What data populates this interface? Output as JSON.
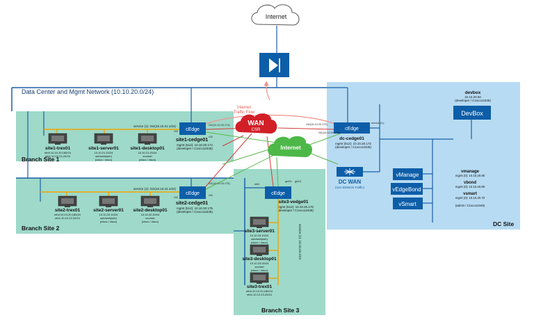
{
  "internet": {
    "label": "Internet"
  },
  "network": {
    "dc_mgmt_label": "Data Center and Mgmt Network (10.10.20.0/24)"
  },
  "traffic": {
    "line1": "Internet",
    "line2": "Traffic Flow"
  },
  "wan_csr": {
    "line1": "WAN",
    "line2": "CSR"
  },
  "internet_cloud2": {
    "label": "Internet"
  },
  "dcwan": {
    "label": "DC WAN",
    "sub": "(non-SDWAN Traffic)"
  },
  "sites": {
    "site1": {
      "label": "Branch Site 1",
      "service_note": "service (1): Gi4(10.10.21.1/24)"
    },
    "site2": {
      "label": "Branch Site 2",
      "service_note": "service (1): Gi4(10.10.22.1/24)"
    },
    "site3": {
      "label": "Branch Site 3"
    },
    "dc": {
      "label": "DC Site"
    }
  },
  "edges": {
    "site1": {
      "badge": "cEdge",
      "name": "site1-cedge01",
      "line1": "mgmt (512): 10.10.20.174",
      "line2": "(developer / C1sco12345)"
    },
    "site2": {
      "badge": "cEdge",
      "name": "site2-cedge01",
      "line1": "mgmt (512): 10.10.20.175",
      "line2": "(developer / C1sco12345)"
    },
    "site3": {
      "badge": "cEdge",
      "name": "site3-vedge01",
      "line1": "mgmt (512): 10.10.20.176",
      "line2": "(developer / C1sco12345)"
    },
    "dc": {
      "badge": "cEdge",
      "name": "dc-cedge01",
      "line1": "mgmt (512): 10.10.20.172",
      "line2": "(developer / C1sco12345)"
    }
  },
  "hosts": {
    "site1_trex": {
      "name": "site1-trex01",
      "l1": "eth0:10.10.20.180/24",
      "l2": "eth1:10.10.21.20/24"
    },
    "site1_server": {
      "name": "site1-server01",
      "l1": "10.10.21.10/24",
      "l2": "ssh/web(ssh)",
      "l3": "(cisco / cisco)"
    },
    "site1_desktop": {
      "name": "site1-desktop01",
      "l1": "10.10.21.20/24",
      "l2": "vnc/ssh",
      "l3": "(cisco / cisco)"
    },
    "site2_trex": {
      "name": "site2-trex01",
      "l1": "eth0:10.10.20.180/24",
      "l2": "eth1:10.10.22.20/24"
    },
    "site2_server": {
      "name": "site2-server01",
      "l1": "10.10.22.10/24",
      "l2": "ssh/web(ssh)",
      "l3": "(cisco / cisco)"
    },
    "site2_desktop": {
      "name": "site2-desktop01",
      "l1": "10.10.22.20/24",
      "l2": "vnc/ssh",
      "l3": "(cisco / cisco)"
    },
    "site3_server": {
      "name": "site3-server01",
      "l1": "10.10.23.10/24",
      "l2": "ssh/web(ssh)",
      "l3": "(cisco / cisco)"
    },
    "site3_desktop": {
      "name": "site3-desktop01",
      "l1": "10.10.23.20/24",
      "l2": "vnc/ssh",
      "l3": "(cisco / cisco)"
    },
    "site3_trex": {
      "name": "site3-trex01",
      "l1": "eth0:10.10.20.180/24",
      "l2": "eth1:10.10.23.20/24"
    }
  },
  "site3_service_note": "service (1): 10.10.23.1/24",
  "devbox": {
    "name": "devbox",
    "ip": "10.10.20.50",
    "cred": "(developer / C1sco12345)",
    "button": "DevBox"
  },
  "controllers": {
    "vmanage": "vManage",
    "vedgebond": "vEdgeBond",
    "vsmart": "vSmart",
    "info": {
      "vmanage_name": "vmanage",
      "vmanage_ip": "mgmt (0): 10.10.20.90",
      "vbond_name": "vbond",
      "vbond_ip": "mgmt (0): 10.10.20.80",
      "vsmart_name": "vsmart",
      "vsmart_ip": "mgmt (0): 10.10.20.70",
      "cred": "(admin / C1sco12345)"
    }
  },
  "ifaces": {
    "s1_a": "Gi1(10.10.20.174)",
    "s1_b": "Gi2",
    "s1_c": "Gi3",
    "s2_a": "Gi1(10.10.20.175)",
    "s2_b": "Gi2",
    "s2_c": "Gi3",
    "dc_a": "Gi2(10.10.20.172)",
    "dc_b": "Gi1(10.10.20.172)",
    "dc_c": "service (1):",
    "s3_a": "ge0/0",
    "s3_b": "ge0/1",
    "s3_c": "eth0"
  },
  "colors": {
    "site_fill": "#9ed9c9",
    "dc_fill": "#b7dbf2",
    "node_blue": "#0d5ea8",
    "wan_red": "#d21f27",
    "internet_green": "#4db848",
    "mgmt_line": "#1a5fa8",
    "red_link": "#d33b3b",
    "green_link": "#5bb84d",
    "orange_link": "#f0a500",
    "traffic_flow": "#f2908a"
  }
}
